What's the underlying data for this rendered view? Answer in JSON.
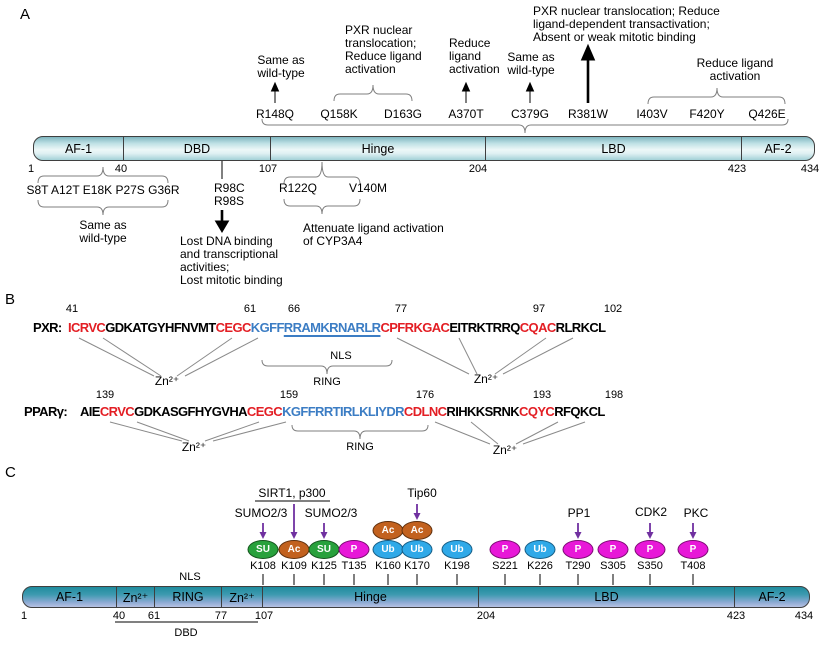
{
  "panels": {
    "a": "A",
    "b": "B",
    "c": "C"
  },
  "panelA": {
    "top_annotations": {
      "same_wt_r148q": "Same as\nwild-type",
      "pxr_nuclear": "PXR nuclear\ntranslocation;\nReduce ligand\nactivation",
      "reduce_a370t": "Reduce\nligand\nactivation",
      "same_wt_c379g": "Same as\nwild-type",
      "r381w_effect": "PXR nuclear translocation;  Reduce\nligand-dependent  transactivation;\nAbsent or weak mitotic binding",
      "reduce_right": "Reduce ligand\nactivation"
    },
    "mutations_top": [
      "R148Q",
      "Q158K",
      "D163G",
      "A370T",
      "C379G",
      "R381W",
      "I403V",
      "F420Y",
      "Q426E"
    ],
    "domains": [
      "AF-1",
      "DBD",
      "Hinge",
      "LBD",
      "AF-2"
    ],
    "residue_ticks": [
      "1",
      "40",
      "107",
      "204",
      "423",
      "434"
    ],
    "bottom_annotations": {
      "af1_mutations": "S8T A12T E18K P27S G36R",
      "af1_effect": "Same as\nwild-type",
      "dbd_mutations": "R98C\nR98S",
      "dbd_effect": "Lost DNA binding\nand transcriptional\nactivities;\nLost mitotic binding",
      "hinge_mutation_1": "R122Q",
      "hinge_mutation_2": "V140M",
      "hinge_effect": "Attenuate  ligand  activation\nof CYP3A4"
    }
  },
  "panelB": {
    "pxr": {
      "label": "PXR:",
      "positions": [
        "41",
        "61",
        "66",
        "77",
        "97",
        "102"
      ],
      "segments": [
        {
          "text": "ICRVC",
          "color": "red"
        },
        {
          "text": "GDKATGYHFNVMT",
          "color": "black"
        },
        {
          "text": "CEGC",
          "color": "red"
        },
        {
          "text": "KGFF",
          "color": "blue"
        },
        {
          "text": "RRAMKRNARLR",
          "color": "blue",
          "underline": true
        },
        {
          "text": "CPFRKGAC",
          "color": "red"
        },
        {
          "text": "EITRKTRRQ",
          "color": "black"
        },
        {
          "text": "CQAC",
          "color": "red"
        },
        {
          "text": "RLRKCL",
          "color": "black"
        }
      ],
      "nls": "NLS",
      "ring": "RING",
      "zn1": "Zn²⁺",
      "zn2": "Zn²⁺"
    },
    "ppar": {
      "label": "PPARγ:",
      "positions": [
        "139",
        "159",
        "176",
        "193",
        "198"
      ],
      "segments": [
        {
          "text": "AIE",
          "color": "black"
        },
        {
          "text": "CRVC",
          "color": "red"
        },
        {
          "text": "GDKASGFHYGVHA",
          "color": "black"
        },
        {
          "text": "CEGC",
          "color": "red"
        },
        {
          "text": "KGFFRRTIRLKLIYDR",
          "color": "blue"
        },
        {
          "text": "CDLNC",
          "color": "red"
        },
        {
          "text": "RIHKKSRNK",
          "color": "black"
        },
        {
          "text": "CQYC",
          "color": "red"
        },
        {
          "text": "RFQKCL",
          "color": "black"
        }
      ],
      "ring": "RING",
      "zn1": "Zn²⁺",
      "zn2": "Zn²⁺"
    }
  },
  "panelC": {
    "enzymes": {
      "sumo_left": "SUMO2/3",
      "sirt1_p300": "SIRT1, p300",
      "sumo_right": "SUMO2/3",
      "tip60": "Tip60",
      "pp1": "PP1",
      "cdk2": "CDK2",
      "pkc": "PKC"
    },
    "sites": [
      {
        "mod": "SU",
        "type": "sumo",
        "residue": "K108"
      },
      {
        "mod": "Ac",
        "type": "acetyl",
        "residue": "K109"
      },
      {
        "mod": "SU",
        "type": "sumo",
        "residue": "K125"
      },
      {
        "mod": "P",
        "type": "phospho",
        "residue": "T135"
      },
      {
        "mod": "Ub",
        "type": "ubiquitin",
        "residue": "K160",
        "stacked": "Ac"
      },
      {
        "mod": "Ub",
        "type": "ubiquitin",
        "residue": "K170",
        "stacked": "Ac"
      },
      {
        "mod": "Ub",
        "type": "ubiquitin",
        "residue": "K198"
      },
      {
        "mod": "P",
        "type": "phospho",
        "residue": "S221"
      },
      {
        "mod": "Ub",
        "type": "ubiquitin",
        "residue": "K226"
      },
      {
        "mod": "P",
        "type": "phospho",
        "residue": "T290"
      },
      {
        "mod": "P",
        "type": "phospho",
        "residue": "S305"
      },
      {
        "mod": "P",
        "type": "phospho",
        "residue": "S350"
      },
      {
        "mod": "P",
        "type": "phospho",
        "residue": "T408"
      }
    ],
    "nls": "NLS",
    "domains": [
      "AF-1",
      "Zn²⁺",
      "RING",
      "Zn²⁺",
      "Hinge",
      "LBD",
      "AF-2"
    ],
    "residue_ticks": [
      "1",
      "40",
      "61",
      "77",
      "107",
      "204",
      "423",
      "434"
    ],
    "dbd": "DBD",
    "colors": {
      "sumo": "#28a13c",
      "acetyl": "#c2611e",
      "phospho": "#e818d8",
      "ubiquitin": "#2fa9e8",
      "arrow_purple": "#7030a0",
      "sequence_red": "#e31e24",
      "sequence_blue": "#3c7dc4"
    }
  }
}
